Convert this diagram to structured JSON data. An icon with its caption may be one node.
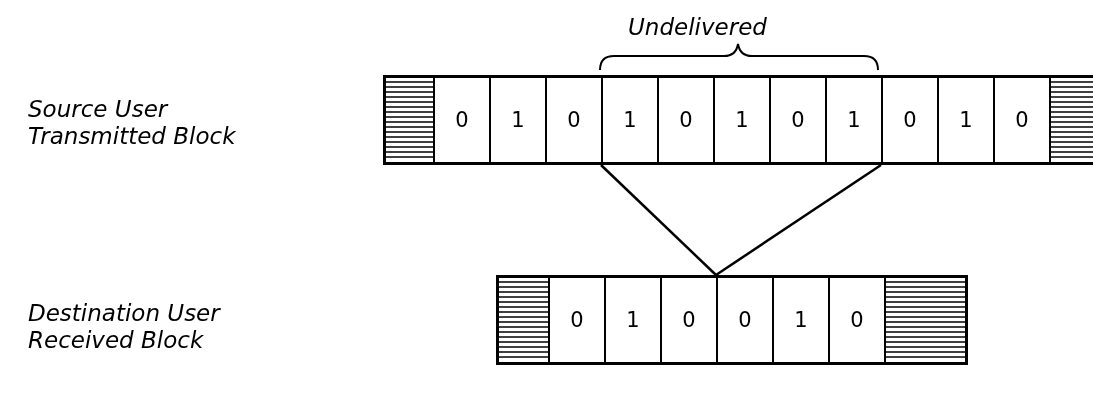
{
  "diagram": {
    "nodes": [
      {
        "text": [],
        "shape": "bar"
      },
      {
        "text": [
          "0"
        ],
        "in": 0
      },
      {
        "text": [
          "1"
        ],
        "in": 0
      },
      {
        "text": [
          "0"
        ],
        "in": 0
      },
      {
        "text": [
          "1"
        ],
        "in": 0
      },
      {
        "text": [
          "0"
        ],
        "in": 0
      },
      {
        "text": [
          "1"
        ],
        "in": 0
      },
      {
        "text": [
          "0"
        ],
        "in": 0
      },
      {
        "text": [
          "1"
        ],
        "in": 0
      },
      {
        "text": [
          "0"
        ],
        "in": 0
      },
      {
        "text": [
          "1"
        ],
        "in": 0
      },
      {
        "text": [
          "0"
        ],
        "in": 0
      },
      {
        "text": [],
        "shape": "bar"
      },
      {
        "text": [
          "0"
        ],
        "in": 12
      },
      {
        "text": [
          "1"
        ],
        "in": 12
      },
      {
        "text": [
          "0"
        ],
        "in": 12
      },
      {
        "text": [
          "0"
        ],
        "in": 12
      },
      {
        "text": [
          "1"
        ],
        "in": 12
      },
      {
        "text": [
          "0"
        ],
        "in": 12
      }
    ],
    "edges": [
      {
        "from": 4,
        "to": 12,
        "arrow": "none"
      },
      {
        "from": 8,
        "to": 12,
        "arrow": "none"
      }
    ],
    "labels": [
      "Undelivered",
      "Source User Transmitted Block",
      "Destination User Received Block"
    ]
  }
}
